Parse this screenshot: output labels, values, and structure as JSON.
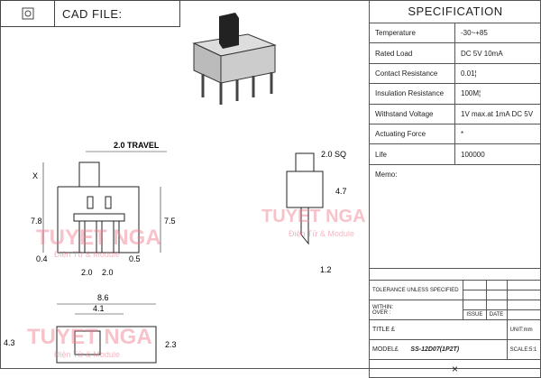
{
  "header": {
    "cad_label": "CAD FILE:"
  },
  "spec": {
    "title": "SPECIFICATION",
    "rows": [
      {
        "label": "Temperature",
        "value": "-30~+85"
      },
      {
        "label": "Rated Load",
        "value": "DC 5V 10mA"
      },
      {
        "label": "Contact Resistance",
        "value": "0.01¦"
      },
      {
        "label": "Insulation Resistance",
        "value": "100M¦"
      },
      {
        "label": "Withstand Voltage",
        "value": "1V max.at 1mA DC 5V"
      },
      {
        "label": "Actuating Force",
        "value": "*"
      },
      {
        "label": "Life",
        "value": "100000"
      }
    ],
    "memo": "Memo:"
  },
  "titleblock": {
    "tolerance": "TOLERANCE UNLESS SPECIFIED",
    "within": "WITHIN:",
    "over": "OVER :",
    "issue": "ISSUE",
    "date": "DATE",
    "title": "TITLE £",
    "unit": "UNIT:mm",
    "model_label": "MODEL£",
    "model": "SS-12D07(1P2T)",
    "scale": "SCALE:5:1",
    "mark": "×"
  },
  "dims": {
    "travel": "2.0 TRAVEL",
    "x": "X",
    "h78": "7.8",
    "h75": "7.5",
    "d04": "0.4",
    "d05": "0.5",
    "p1": "2.0",
    "p2": "2.0",
    "sq": "2.0 SQ",
    "h47": "4.7",
    "d12": "1.2",
    "w86": "8.6",
    "w41": "4.1",
    "h43": "4.3",
    "h23": "2.3"
  },
  "watermark": {
    "name": "TUYET NGA",
    "sub": "Điện Tử & Module"
  }
}
